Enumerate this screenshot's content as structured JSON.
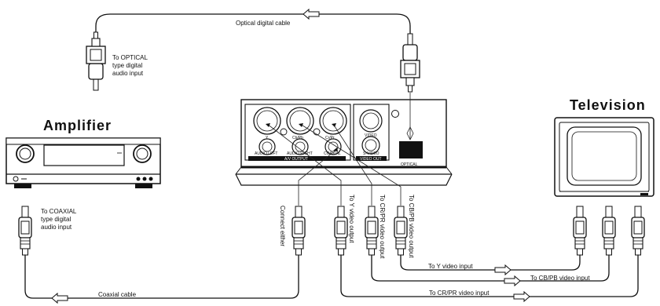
{
  "amplifier": {
    "title": "Amplifier"
  },
  "television": {
    "title": "Television"
  },
  "player": {
    "av_output_label": "A/V OUTPUT",
    "video_out_label": "VIDEO OUT",
    "jacks": [
      "Y",
      "Cb/Pb",
      "Cr/Pr",
      "AUDIO LEFT",
      "AUDIO RIGHT",
      "COAXIAL",
      "VIDEO",
      "S-VIDEO",
      "OPTICAL"
    ]
  },
  "cables": {
    "optical": "Optical digital cable",
    "coaxial": "Coaxial cable",
    "y_input": "To Y video input",
    "cb_input": "To CB/PB video input",
    "cr_input": "To CR/PR video input"
  },
  "labels": {
    "to_optical": [
      "To OPTICAL",
      "type digital",
      "audio input"
    ],
    "to_coaxial": [
      "To COAXIAL",
      "type digital",
      "audio input"
    ],
    "connect_either": "Connect either",
    "y_output": "To Y video output",
    "cr_output": "To CR/PR video output",
    "cb_output": "To CB/PB  video output"
  }
}
